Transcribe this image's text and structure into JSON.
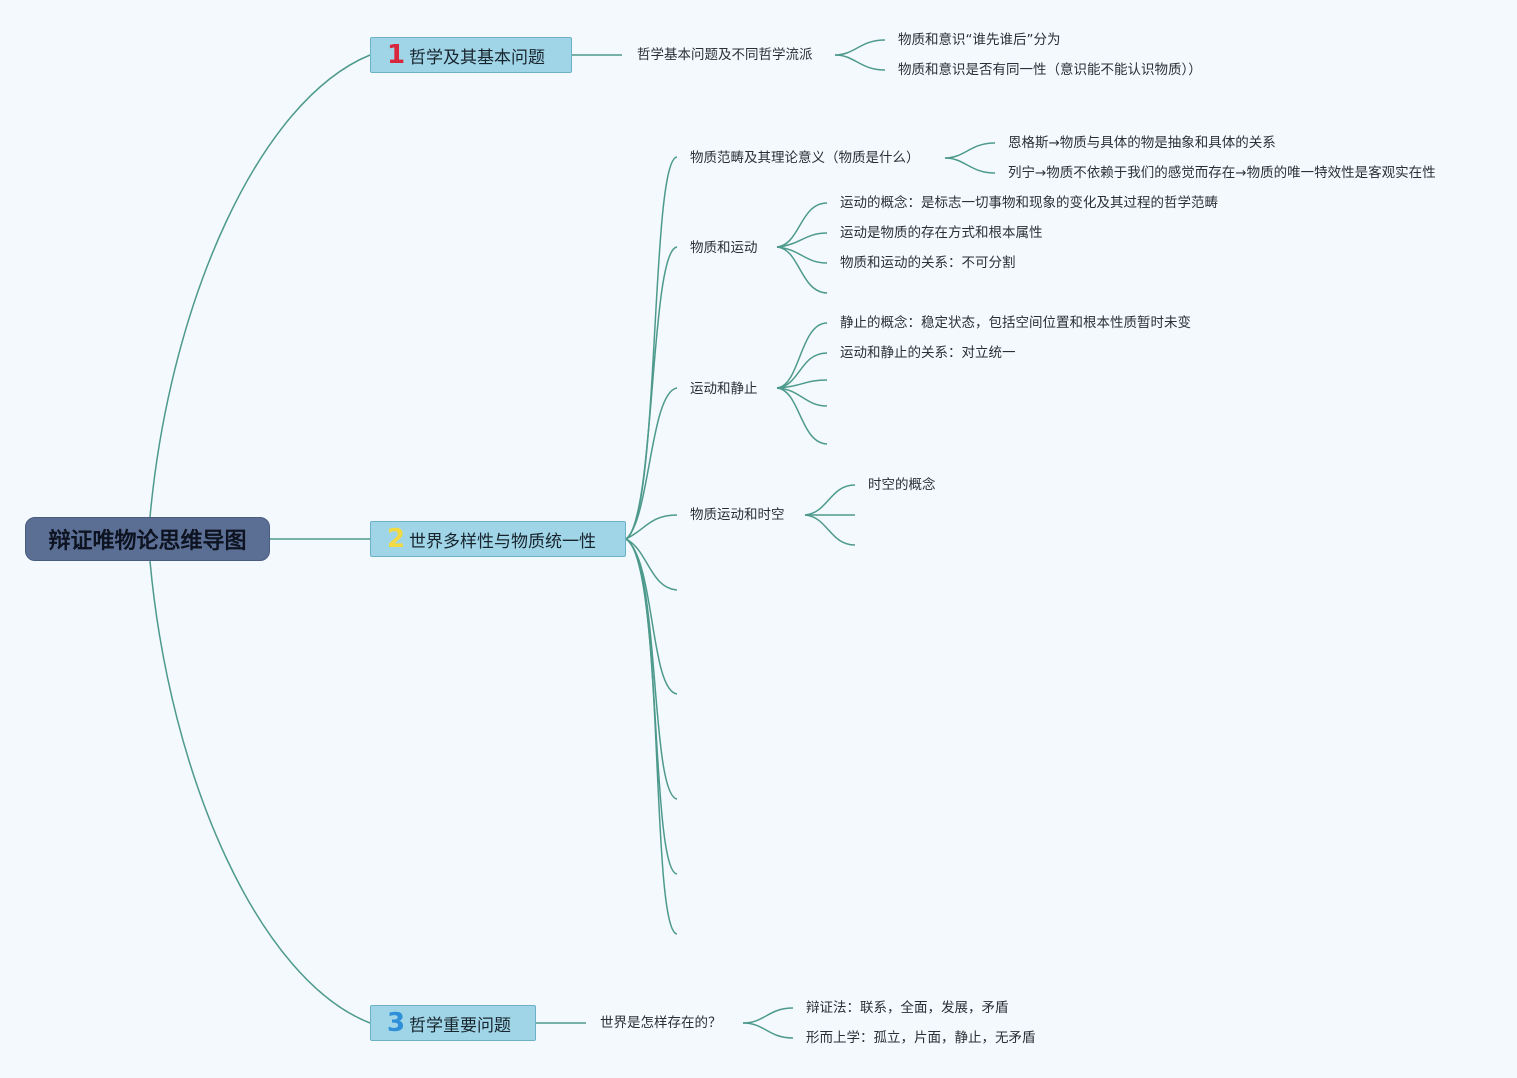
{
  "root": {
    "title": "辩证唯物论思维导图"
  },
  "branches": [
    {
      "num": "1",
      "num_color": "#d8263c",
      "title": "哲学及其基本问题",
      "child": "哲学基本问题及不同哲学流派",
      "leaves": [
        "物质和意识“谁先谁后”分为",
        "物质和意识是否有同一性（意识能不能认识物质））"
      ]
    },
    {
      "num": "2",
      "num_color": "#f2da45",
      "title": "世界多样性与物质统一性",
      "subs": [
        {
          "label": "物质范畴及其理论意义（物质是什么）",
          "leaves": [
            "恩格斯→物质与具体的物是抽象和具体的关系",
            "列宁→物质不依赖于我们的感觉而存在→物质的唯一特效性是客观实在性"
          ]
        },
        {
          "label": "物质和运动",
          "leaves": [
            "运动的概念：是标志一切事物和现象的变化及其过程的哲学范畴",
            "运动是物质的存在方式和根本属性",
            "物质和运动的关系：不可分割"
          ]
        },
        {
          "label": "运动和静止",
          "leaves": [
            "静止的概念：稳定状态，包括空间位置和根本性质暂时未变",
            "运动和静止的关系：对立统一"
          ]
        },
        {
          "label": "物质运动和时空",
          "leaves": [
            "时空的概念"
          ]
        }
      ]
    },
    {
      "num": "3",
      "num_color": "#2f8fd8",
      "title": "哲学重要问题",
      "child": "世界是怎样存在的？",
      "leaves": [
        "辩证法：联系，全面，发展，矛盾",
        "形而上学：孤立，片面，静止，无矛盾"
      ]
    }
  ],
  "colors": {
    "line": "#4d9a8c",
    "background": "#f4f9fd",
    "root_fill": "#5b6f95",
    "topic_fill": "#9fd5e6"
  }
}
